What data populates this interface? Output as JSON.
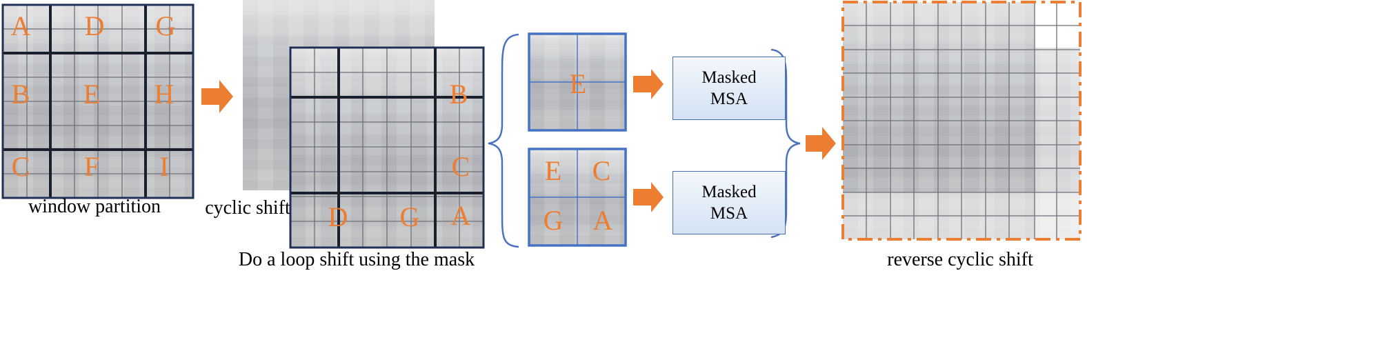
{
  "panel1": {
    "caption": "window partition",
    "labels": [
      "A",
      "D",
      "G",
      "B",
      "E",
      "H",
      "C",
      "F",
      "I"
    ]
  },
  "panel2": {
    "side_caption": "cyclic shift",
    "labels": [
      "B",
      "C",
      "D",
      "G",
      "A"
    ]
  },
  "panel2_caption": "Do a loop shift using the mask",
  "panel3": {
    "top_label": "E",
    "bottom_labels": [
      "E",
      "C",
      "G",
      "A"
    ]
  },
  "msa_boxes": [
    {
      "line1": "Masked",
      "line2": "MSA"
    },
    {
      "line1": "Masked",
      "line2": "MSA"
    }
  ],
  "panel4": {
    "caption": "reverse cyclic shift"
  },
  "colors": {
    "accent_orange": "#ed7d31",
    "frame_navy": "#1f2f55",
    "frame_blue": "#4472c4",
    "brace_blue": "#4a72c0"
  }
}
